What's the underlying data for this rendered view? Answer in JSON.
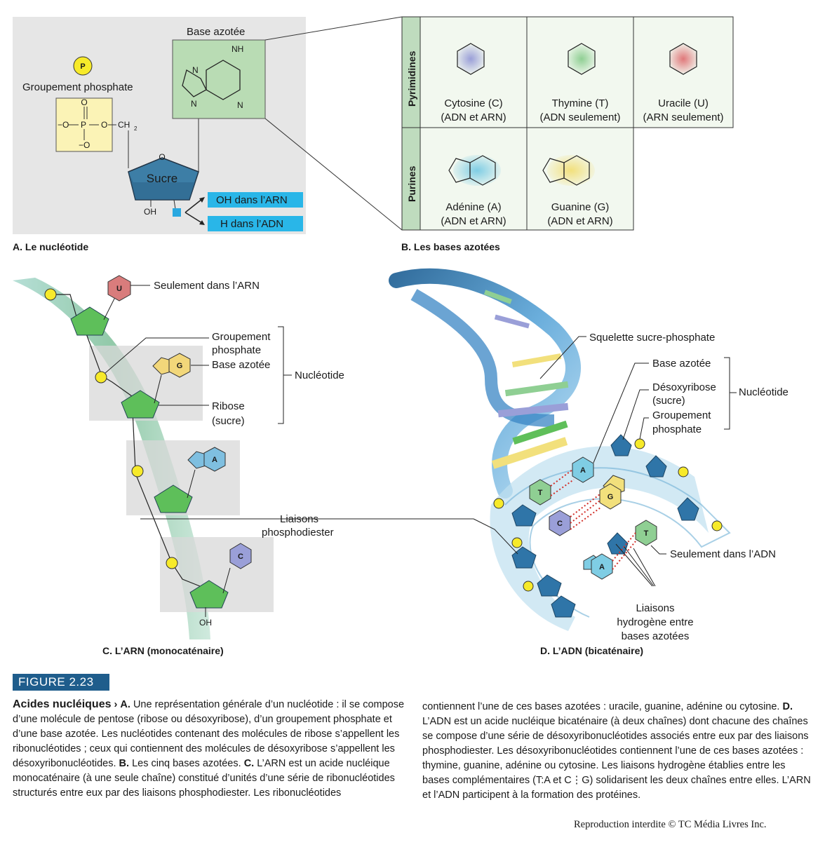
{
  "panelA": {
    "caption": "A. Le nucléotide",
    "phosphate_label": "Groupement phosphate",
    "phosphate_badge": "P",
    "base_label": "Base azotée",
    "sugar_label": "Sucre",
    "oh_label": "OH",
    "oh_rna": "OH dans l’ARN",
    "h_dna": "H dans l’ADN",
    "formula": {
      "o": "O",
      "om": "−O",
      "p": "P",
      "ch2": "CH",
      "sub2": "2",
      "nh2": "NH",
      "n": "N"
    }
  },
  "panelB": {
    "caption": "B. Les bases azotées",
    "row1_label": "Pyrimidines",
    "row2_label": "Purines",
    "bases": [
      {
        "name": "Cytosine (C)",
        "note": "(ADN et ARN)",
        "color": "#9a9fd8"
      },
      {
        "name": "Thymine (T)",
        "note": "(ADN seulement)",
        "color": "#8fcf93"
      },
      {
        "name": "Uracile (U)",
        "note": "(ARN seulement)",
        "color": "#e0787a"
      },
      {
        "name": "Adénine (A)",
        "note": "(ADN et ARN)",
        "color": "#7fcde4"
      },
      {
        "name": "Guanine (G)",
        "note": "(ADN et ARN)",
        "color": "#f2e07c"
      }
    ]
  },
  "panelC": {
    "caption": "C. L’ARN (monocaténaire)",
    "only_rna": "Seulement dans l’ARN",
    "phosphate1": "Groupement",
    "phosphate2": "phosphate",
    "base": "Base azotée",
    "ribose1": "Ribose",
    "ribose2": "(sucre)",
    "nucleotide": "Nucléotide",
    "bonds1": "Liaisons",
    "bonds2": "phosphodiester",
    "oh": "OH",
    "letters": [
      "U",
      "G",
      "A",
      "C"
    ]
  },
  "panelD": {
    "caption": "D. L’ADN (bicaténaire)",
    "backbone": "Squelette sucre-phosphate",
    "base": "Base azotée",
    "deoxy1": "Désoxyribose",
    "deoxy2": "(sucre)",
    "phos1": "Groupement",
    "phos2": "phosphate",
    "nucleotide": "Nucléotide",
    "only_dna": "Seulement dans l’ADN",
    "hbond1": "Liaisons",
    "hbond2": "hydrogène entre",
    "hbond3": "bases azotées",
    "letters": [
      "A",
      "T",
      "G",
      "C",
      "T",
      "A"
    ]
  },
  "figure": {
    "badge": "FIGURE 2.23",
    "left_bold": "Acides nucléiques",
    "left_arrow": "›",
    "left_a": "A.",
    "left_text1": "Une représentation générale d’un nucléotide : il se compose d’une molécule de pentose (ribose ou désoxyribose), d’un groupement phosphate et d’une base azotée. Les nucléotides contenant des molécules de ribose s’appellent les ribonucléotides ; ceux qui contiennent des molécules de désoxyribose s’appellent les désoxyribonucléotides.",
    "left_b": "B.",
    "left_text2": "Les cinq bases azotées.",
    "left_c": "C.",
    "left_text3": "L’ARN est un acide nucléique monocaténaire (à une seule chaîne) constitué d’unités d’une série de ribonucléotides structurés entre eux par des liaisons phosphodiester. Les ribonucléotides",
    "right_text1": "contiennent l’une de ces bases azotées : uracile, guanine, adénine ou cytosine.",
    "right_d": "D.",
    "right_text2": "L’ADN est un acide nucléique bicaténaire (à deux chaînes) dont chacune des chaînes se compose d’une série de désoxyribonucléotides associés entre eux par des liaisons phosphodiester. Les désoxyribonucléotides contiennent l’une de ces bases azotées : thymine, guanine, adénine ou cytosine. Les liaisons hydrogène établies entre les bases complémentaires (T:A et C⋮G) solidarisent les deux chaînes entre elles. L’ARN et l’ADN participent à la formation des protéines.",
    "credit": "Reproduction interdite © TC Média Livres Inc."
  }
}
